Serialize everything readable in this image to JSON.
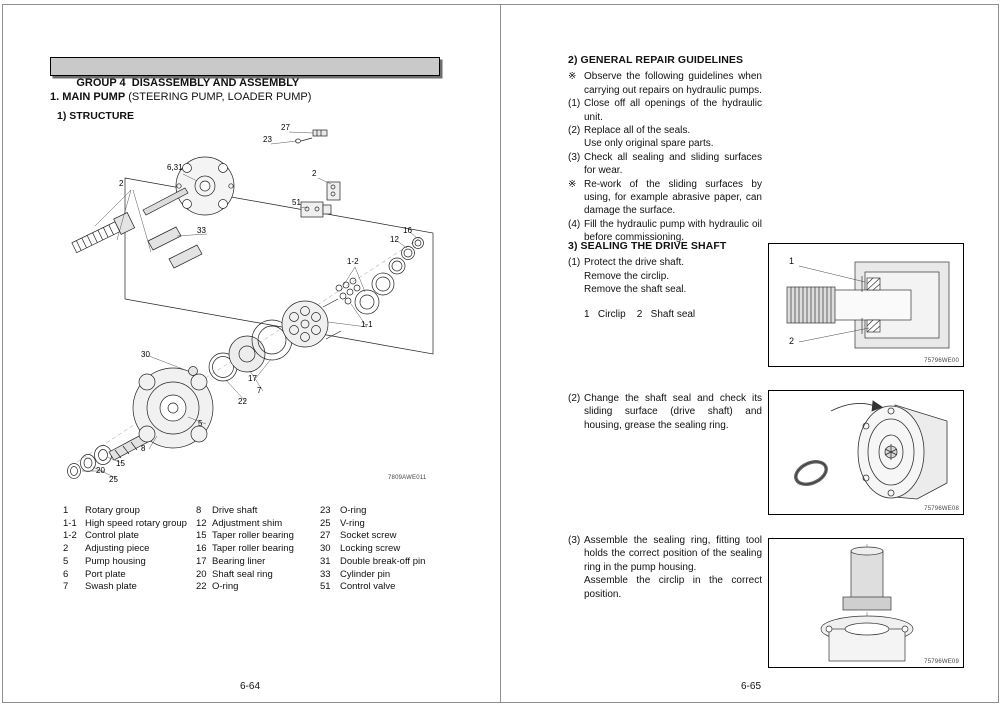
{
  "left": {
    "group_header": "GROUP 4  DISASSEMBLY AND ASSEMBLY",
    "title_bold": "1. MAIN PUMP",
    "title_rest": " (STEERING PUMP, LOADER PUMP)",
    "subsection": "1) STRUCTURE",
    "figure_code": "7809AWE011",
    "callouts": [
      "2",
      "23",
      "27",
      "6,31",
      "33",
      "2",
      "51",
      "12",
      "16",
      "1-2",
      "1-1",
      "30",
      "17",
      "7",
      "22",
      "5",
      "8",
      "15",
      "20",
      "25"
    ],
    "parts_col1": [
      {
        "num": "1",
        "label": "Rotary group"
      },
      {
        "num": "1-1",
        "label": "High speed rotary group"
      },
      {
        "num": "1-2",
        "label": "Control plate"
      },
      {
        "num": "2",
        "label": "Adjusting piece"
      },
      {
        "num": "5",
        "label": "Pump housing"
      },
      {
        "num": "6",
        "label": "Port plate"
      },
      {
        "num": "7",
        "label": "Swash plate"
      }
    ],
    "parts_col2": [
      {
        "num": "8",
        "label": "Drive shaft"
      },
      {
        "num": "12",
        "label": "Adjustment shim"
      },
      {
        "num": "15",
        "label": "Taper roller bearing"
      },
      {
        "num": "16",
        "label": "Taper roller bearing"
      },
      {
        "num": "17",
        "label": "Bearing liner"
      },
      {
        "num": "20",
        "label": "Shaft seal ring"
      },
      {
        "num": "22",
        "label": "O-ring"
      }
    ],
    "parts_col3": [
      {
        "num": "23",
        "label": "O-ring"
      },
      {
        "num": "25",
        "label": "V-ring"
      },
      {
        "num": "27",
        "label": "Socket screw"
      },
      {
        "num": "30",
        "label": "Locking screw"
      },
      {
        "num": "31",
        "label": "Double break-off pin"
      },
      {
        "num": "33",
        "label": "Cylinder pin"
      },
      {
        "num": "51",
        "label": "Control valve"
      }
    ],
    "page_number": "6-64"
  },
  "right": {
    "s2_heading": "2) GENERAL REPAIR GUIDELINES",
    "s2_items": [
      {
        "marker": "※",
        "text": "Observe the following guidelines when carrying out repairs on hydraulic pumps."
      },
      {
        "marker": "(1)",
        "text": "Close off all openings of the hydraulic unit."
      },
      {
        "marker": "(2)",
        "text": "Replace all of the seals."
      },
      {
        "marker": "",
        "text": "Use only original spare parts."
      },
      {
        "marker": "(3)",
        "text": "Check all sealing and sliding surfaces for wear."
      },
      {
        "marker": "※",
        "text": "Re-work of the sliding surfaces by using, for example abrasive paper, can damage the surface."
      },
      {
        "marker": "(4)",
        "text": "Fill the hydraulic pump with hydraulic oil before commissioning."
      }
    ],
    "s3_heading": "3) SEALING THE DRIVE SHAFT",
    "s3_step1": {
      "marker": "(1)",
      "lines": [
        "Protect the drive shaft.",
        "Remove the circlip.",
        "Remove the shaft seal."
      ],
      "key": "1   Circlip    2   Shaft seal"
    },
    "s3_step2": {
      "marker": "(2)",
      "text": "Change the shaft seal and check its sliding surface (drive shaft) and housing, grease the sealing ring."
    },
    "s3_step3": {
      "marker": "(3)",
      "lines": [
        "Assemble the sealing ring, fitting tool holds the correct position of the sealing ring in the pump housing.",
        "Assemble the circlip in the correct position."
      ]
    },
    "fig1": {
      "code": "75796WE00",
      "labels": [
        "1",
        "2"
      ]
    },
    "fig2": {
      "code": "75796WE08"
    },
    "fig3": {
      "code": "75796WE09"
    },
    "page_number": "6-65"
  }
}
